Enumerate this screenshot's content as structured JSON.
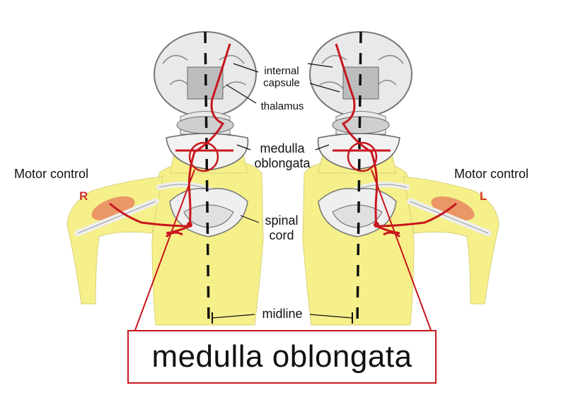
{
  "labels": {
    "internal_capsule_line1": "internal",
    "internal_capsule_line2": "capsule",
    "thalamus": "thalamus",
    "medulla_line1": "medulla",
    "medulla_line2": "oblongata",
    "spinal_cord_line1": "spinal",
    "spinal_cord_line2": "cord",
    "midline": "midline",
    "motor_control_left": "Motor control",
    "motor_control_right": "Motor control",
    "side_right": "R",
    "side_left": "L"
  },
  "caption": "medulla oblongata",
  "colors": {
    "body_skin": "#f5f08a",
    "pathway": "#c8161d",
    "muscle": "#e8865e",
    "brain_outline": "#777777",
    "bone": "#eeeeee"
  }
}
